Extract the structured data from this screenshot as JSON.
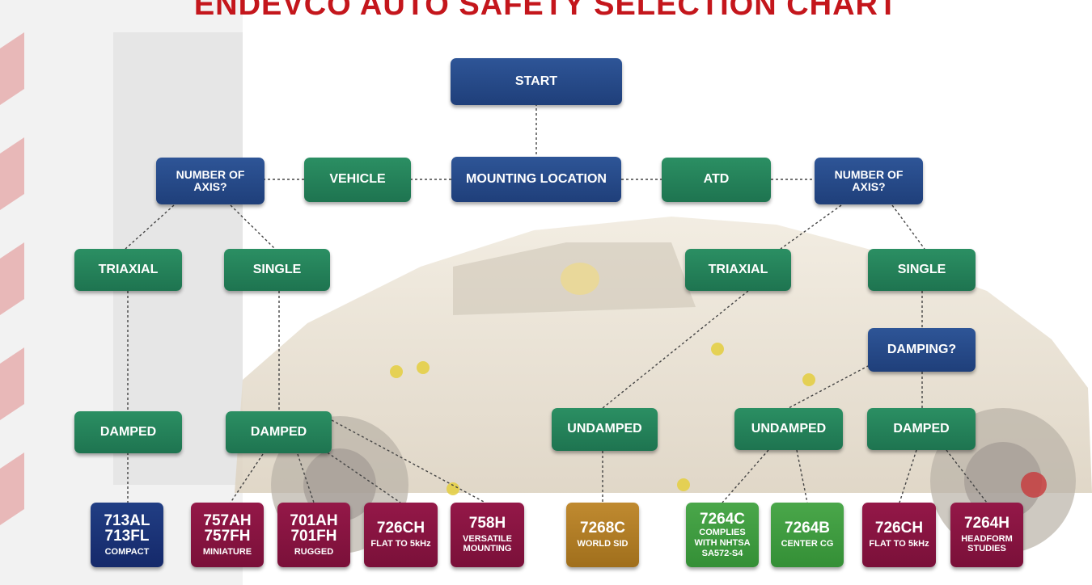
{
  "title": "ENDEVCO AUTO SAFETY SELECTION CHART",
  "nodes": {
    "start": "START",
    "mounting_location": "MOUNTING LOCATION",
    "vehicle": "VEHICLE",
    "atd": "ATD",
    "vehicle_axis": "NUMBER OF AXIS?",
    "atd_axis": "NUMBER OF AXIS?",
    "vehicle_triaxial": "TRIAXIAL",
    "vehicle_single": "SINGLE",
    "atd_triaxial": "TRIAXIAL",
    "atd_single": "SINGLE",
    "damping": "DAMPING?",
    "vehicle_triaxial_damped": "DAMPED",
    "vehicle_single_damped": "DAMPED",
    "atd_triaxial_undamped": "UNDAMPED",
    "atd_single_undamped": "UNDAMPED",
    "atd_single_damped": "DAMPED"
  },
  "products": [
    {
      "key": "p713",
      "lines": [
        "713AL",
        "713FL"
      ],
      "caption": "COMPACT",
      "color": "navy"
    },
    {
      "key": "p757",
      "lines": [
        "757AH",
        "757FH"
      ],
      "caption": "MINIATURE",
      "color": "maroon"
    },
    {
      "key": "p701",
      "lines": [
        "701AH",
        "701FH"
      ],
      "caption": "RUGGED",
      "color": "maroon"
    },
    {
      "key": "p726a",
      "lines": [
        "726CH"
      ],
      "caption": "FLAT TO 5kHz",
      "color": "maroon"
    },
    {
      "key": "p758",
      "lines": [
        "758H"
      ],
      "caption": "VERSATILE MOUNTING",
      "color": "maroon"
    },
    {
      "key": "p7268",
      "lines": [
        "7268C"
      ],
      "caption": "WORLD SID",
      "color": "gold"
    },
    {
      "key": "p7264c",
      "lines": [
        "7264C"
      ],
      "caption": "COMPLIES WITH NHTSA SA572-S4",
      "color": "lgreen"
    },
    {
      "key": "p7264b",
      "lines": [
        "7264B"
      ],
      "caption": "CENTER CG",
      "color": "lgreen"
    },
    {
      "key": "p726b",
      "lines": [
        "726CH"
      ],
      "caption": "FLAT TO 5kHz",
      "color": "maroon"
    },
    {
      "key": "p7264h",
      "lines": [
        "7264H"
      ],
      "caption": "HEADFORM STUDIES",
      "color": "maroon"
    }
  ],
  "colors": {
    "title": "#c4161c",
    "question": "#2e5597",
    "option": "#2b8f63",
    "product_navy": "#213e84",
    "product_maroon": "#941848",
    "product_gold": "#c08a30",
    "product_green": "#4aa74a"
  }
}
